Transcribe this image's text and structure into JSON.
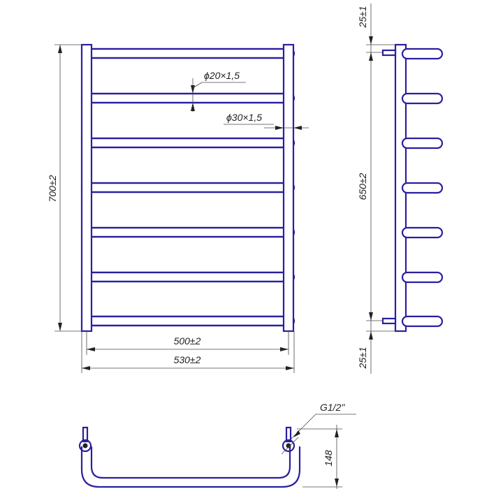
{
  "colors": {
    "part": "#2a1fa0",
    "dimension": "#4a4a4a",
    "text": "#222222"
  },
  "dimensions": {
    "height_total": "700±2",
    "width_axes": "500±2",
    "width_total": "530±2",
    "pipe_small": "ϕ20×1,5",
    "pipe_large": "ϕ30×1,5",
    "side_axes": "650±2",
    "side_top": "25±1",
    "side_bottom": "25±1",
    "thread": "G1/2\"",
    "depth": "148"
  }
}
